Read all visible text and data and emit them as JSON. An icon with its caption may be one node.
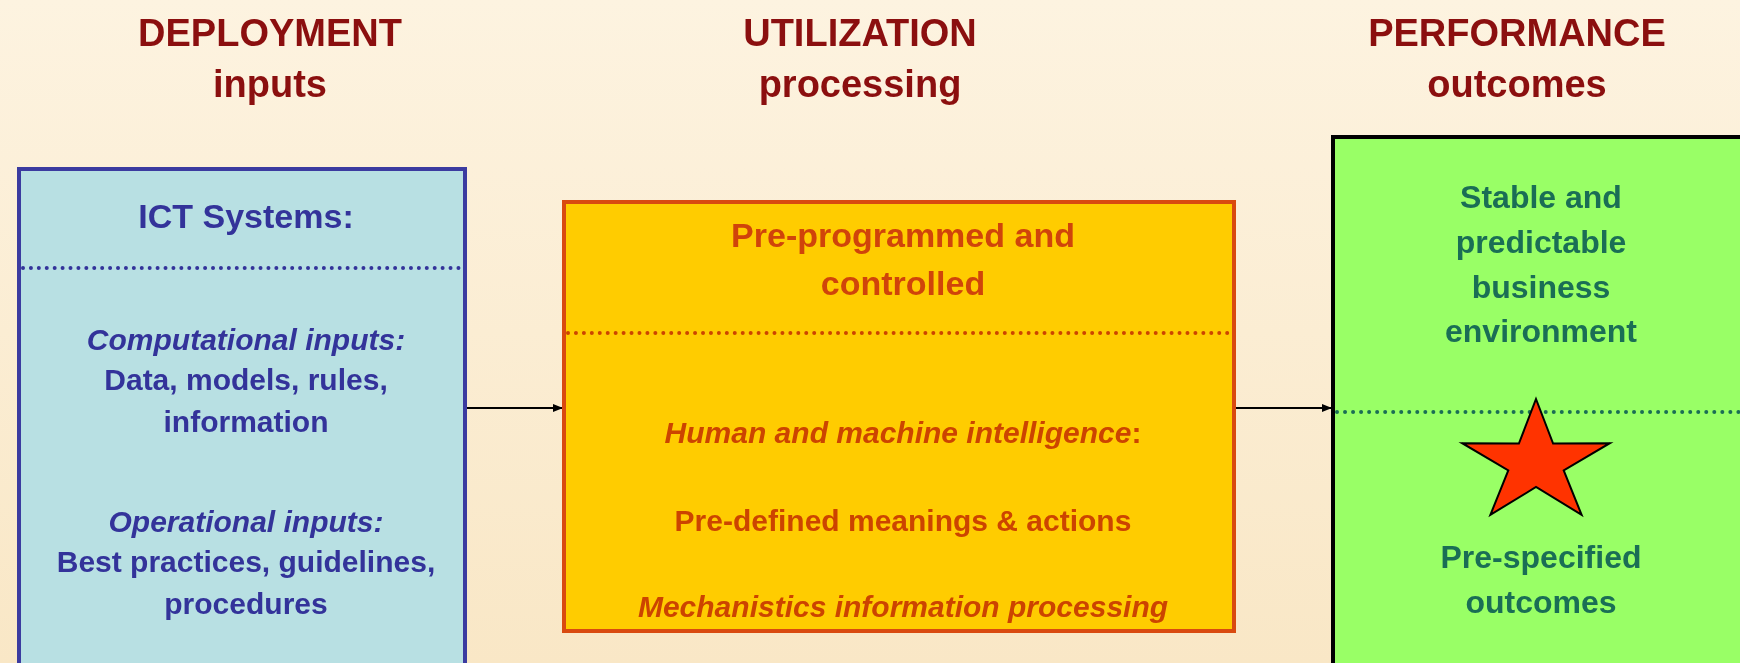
{
  "diagram": {
    "nodes": [
      {
        "text": [
          "ICT Systems:",
          "Computational inputs:",
          "Data, models, rules, information",
          "Operational inputs:",
          "Best practices, guidelines, procedures"
        ]
      },
      {
        "text": [
          "Pre-programmed and controlled",
          "*Human and machine intelligence*:",
          "Pre-defined meanings & actions",
          "Mechanistics information processing"
        ]
      },
      {
        "text": [
          "Stable and predictable business environment",
          "Pre-specified outcomes"
        ]
      }
    ],
    "edges": [
      {
        "from": 0,
        "to": 1,
        "arrow": "to"
      },
      {
        "from": 1,
        "to": 2,
        "arrow": "to"
      }
    ],
    "labels": [
      "DEPLOYMENT inputs",
      "UTILIZATION processing",
      "PERFORMANCE outcomes"
    ]
  }
}
